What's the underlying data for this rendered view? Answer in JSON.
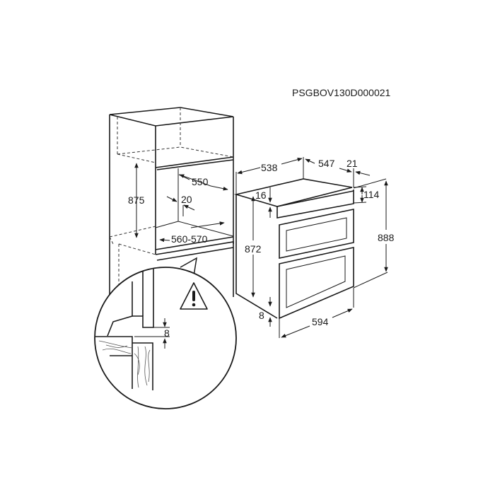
{
  "diagram": {
    "code": "PSGBOV130D000021",
    "cabinet": {
      "height": "875",
      "depth": "550",
      "gap": "20",
      "width": "560-570",
      "clearance": "8"
    },
    "oven": {
      "depth_body": "538",
      "depth_total": "547",
      "front_thickness": "21",
      "top_offset": "16",
      "panel_height": "114",
      "body_height": "872",
      "total_height": "888",
      "bottom_offset": "8",
      "width": "594"
    },
    "warning_icon": "warning-triangle-icon"
  }
}
